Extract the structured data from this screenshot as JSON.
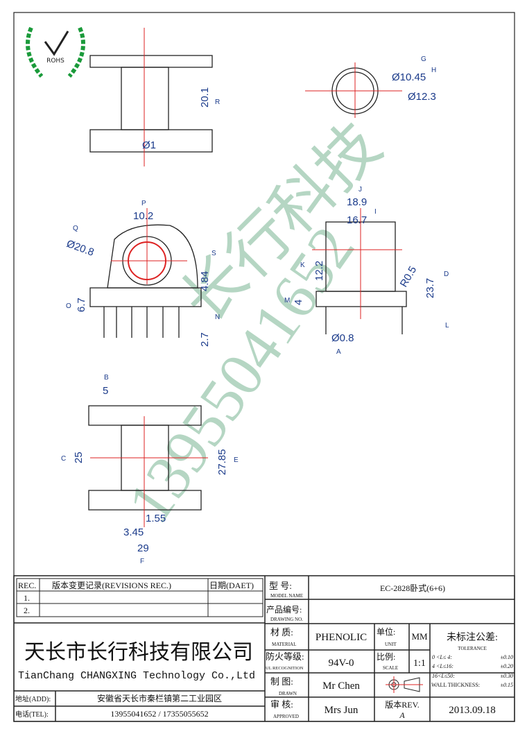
{
  "logo": {
    "text": "ROHS"
  },
  "watermark": {
    "company": "长行科技",
    "phone": "13955041652"
  },
  "dimensions": {
    "height_top": "20.1",
    "height_top_tag": "R",
    "pin_dia": "Ø1",
    "inner_dia": "Ø10.45",
    "inner_dia_tag": "H",
    "outer_dia": "Ø12.3",
    "outer_dia_tag": "G",
    "flange_width": "10.2",
    "flange_width_tag": "P",
    "flange_dia": "Ø20.8",
    "flange_dia_tag": "Q",
    "s_tag": "S",
    "s_value": "4.84",
    "base_h": "6.7",
    "base_h_tag": "O",
    "pin_len": "2.7",
    "pin_len_tag": "N",
    "side_w": "18.9",
    "side_w_tag": "J",
    "side_inner": "16.7",
    "side_inner_tag": "I",
    "side_h": "12.2",
    "side_h_tag": "K",
    "radius": "R0.5",
    "total_h": "23.7",
    "total_h_tag": "D",
    "foot_h": "4",
    "foot_h_tag": "M",
    "l_tag": "L",
    "pin_dia2": "Ø0.8",
    "pin_dia2_tag": "A",
    "pitch": "5",
    "pitch_tag": "B",
    "bottom_h": "25",
    "bottom_h_tag": "C",
    "bottom_total": "27.85",
    "bottom_total_tag": "E",
    "slot": "1.55",
    "slot2": "3.45",
    "bottom_w": "29",
    "bottom_w_tag": "F"
  },
  "title_block": {
    "rev_header": "REC.",
    "rev_title": "版本变更记录(REVISIONS REC.)",
    "rev_date": "日期(DAET)",
    "rev_rows": [
      "1.",
      "2."
    ],
    "model_label": "型  号:",
    "model_label_en": "MODEL NAME",
    "model_value": "EC-2828卧式(6+6)",
    "drawing_label": "产品编号:",
    "drawing_label_en": "DRAWING NO.",
    "company_cn": "天长市长行科技有限公司",
    "company_en": "TianChang CHANGXING Technology Co.,Ltd",
    "material_label": "材  质:",
    "material_label_en": "MATERIAL",
    "material_value": "PHENOLIC",
    "unit_label": "单位:",
    "unit_label_en": "UNIT",
    "unit_value": "MM",
    "ul_label": "防火等级:",
    "ul_label_en": "UL RECOGNITION",
    "ul_value": "94V-0",
    "scale_label": "比例:",
    "scale_label_en": "SCALE",
    "scale_value": "1:1",
    "drawn_label": "制  图:",
    "drawn_label_en": "DRAWN",
    "drawn_value": "Mr Chen",
    "approved_label": "审  核:",
    "approved_label_en": "APPROVED",
    "approved_value": "Mrs Jun",
    "rev_label": "版本REV.",
    "rev_value": "A",
    "date": "2013.09.18",
    "tolerance_title": "未标注公差:",
    "tolerance_en": "TOLERANCE",
    "tolerances": [
      {
        "range": "0 <L≤ 4:",
        "value": "±0.10"
      },
      {
        "range": "4 <L≤16:",
        "value": "±0.20"
      },
      {
        "range": "16<L≤50:",
        "value": "±0.30"
      },
      {
        "range": "WALL THICKNESS:",
        "value": "±0.15"
      }
    ],
    "addr_label": "地址(ADD):",
    "addr_value": "安徽省天长市秦栏镇第二工业园区",
    "tel_label": "电话(TEL):",
    "tel_value": "13955041652 / 17355055652"
  }
}
